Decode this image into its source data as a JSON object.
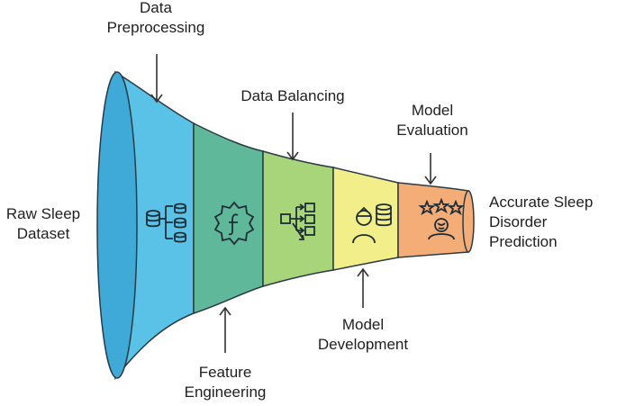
{
  "input": {
    "line1": "Raw Sleep",
    "line2": "Dataset"
  },
  "output": {
    "line1": "Accurate Sleep",
    "line2": "Disorder",
    "line3": "Prediction"
  },
  "stages": [
    {
      "line1": "Data",
      "line2": "Preprocessing",
      "color": "#5bc2e7",
      "icon": "database-split-icon"
    },
    {
      "line1": "Feature",
      "line2": "Engineering",
      "color": "#5fb89a",
      "icon": "function-gear-icon"
    },
    {
      "line1": "Data Balancing",
      "line2": "",
      "color": "#a8d47a",
      "icon": "flow-nodes-icon"
    },
    {
      "line1": "Model",
      "line2": "Development",
      "color": "#f2ef8a",
      "icon": "person-database-icon"
    },
    {
      "line1": "Model",
      "line2": "Evaluation",
      "color": "#f5ad78",
      "icon": "stars-rating-icon"
    }
  ],
  "colors": {
    "outline": "#2a3b45",
    "mouth": "#3fa9d8",
    "arrow": "#333333"
  }
}
